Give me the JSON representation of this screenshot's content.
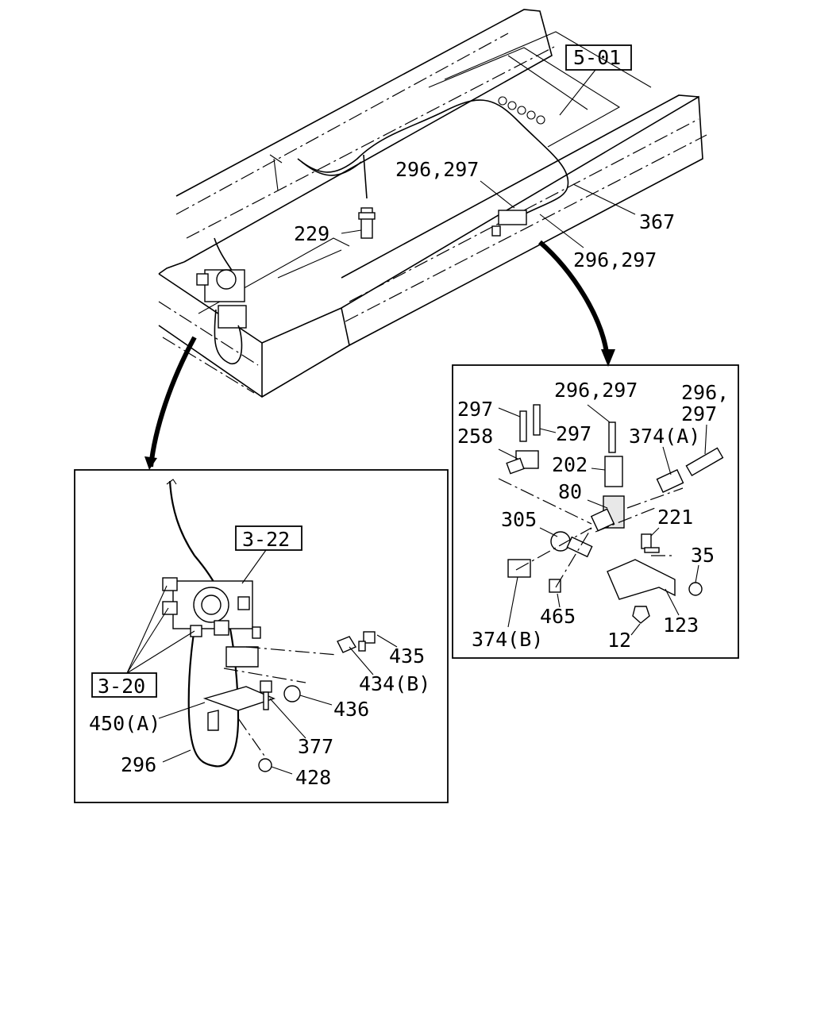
{
  "references": {
    "top": "5-01",
    "left_a": "3-22",
    "left_b": "3-20"
  },
  "overview_labels": {
    "p229": "229",
    "p296_297_a": "296,297",
    "p296_297_b": "296,297",
    "p367": "367"
  },
  "right_detail_labels": {
    "p297_a": "297",
    "p297_b": "297",
    "p296_297": "296,297",
    "p296_top": "296,",
    "p297_c": "297",
    "p258": "258",
    "p374a": "374(A)",
    "p202": "202",
    "p80": "80",
    "p305": "305",
    "p221": "221",
    "p35": "35",
    "p465": "465",
    "p374b": "374(B)",
    "p12": "12",
    "p123": "123"
  },
  "left_detail_labels": {
    "p435": "435",
    "p434b": "434(B)",
    "p436": "436",
    "p450a": "450(A)",
    "p377": "377",
    "p296": "296",
    "p428": "428"
  }
}
